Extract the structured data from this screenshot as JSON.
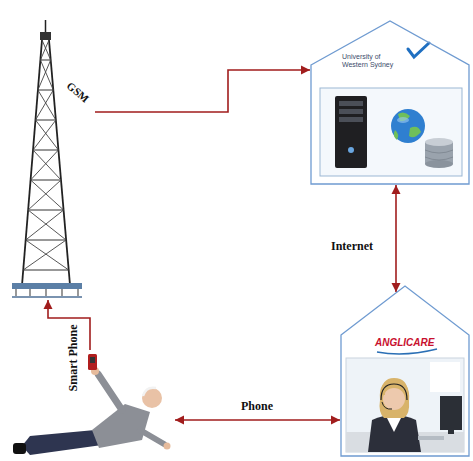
{
  "diagram": {
    "nodes": [
      {
        "text": [
          "GSM"
        ]
      },
      {
        "text": [
          "University of Western Sydney"
        ]
      },
      {
        "text": [
          "ANGLICARE"
        ]
      },
      {
        "text": []
      }
    ],
    "edges": [
      {
        "from": 0,
        "to": 1,
        "arrow": "to"
      },
      {
        "from": 1,
        "to": 2,
        "label": "Internet",
        "arrow": "both"
      },
      {
        "from": 3,
        "to": 2,
        "label": "Phone",
        "arrow": "both"
      },
      {
        "from": 3,
        "to": 0,
        "label": "Smart Phone",
        "arrow": "to"
      }
    ]
  }
}
